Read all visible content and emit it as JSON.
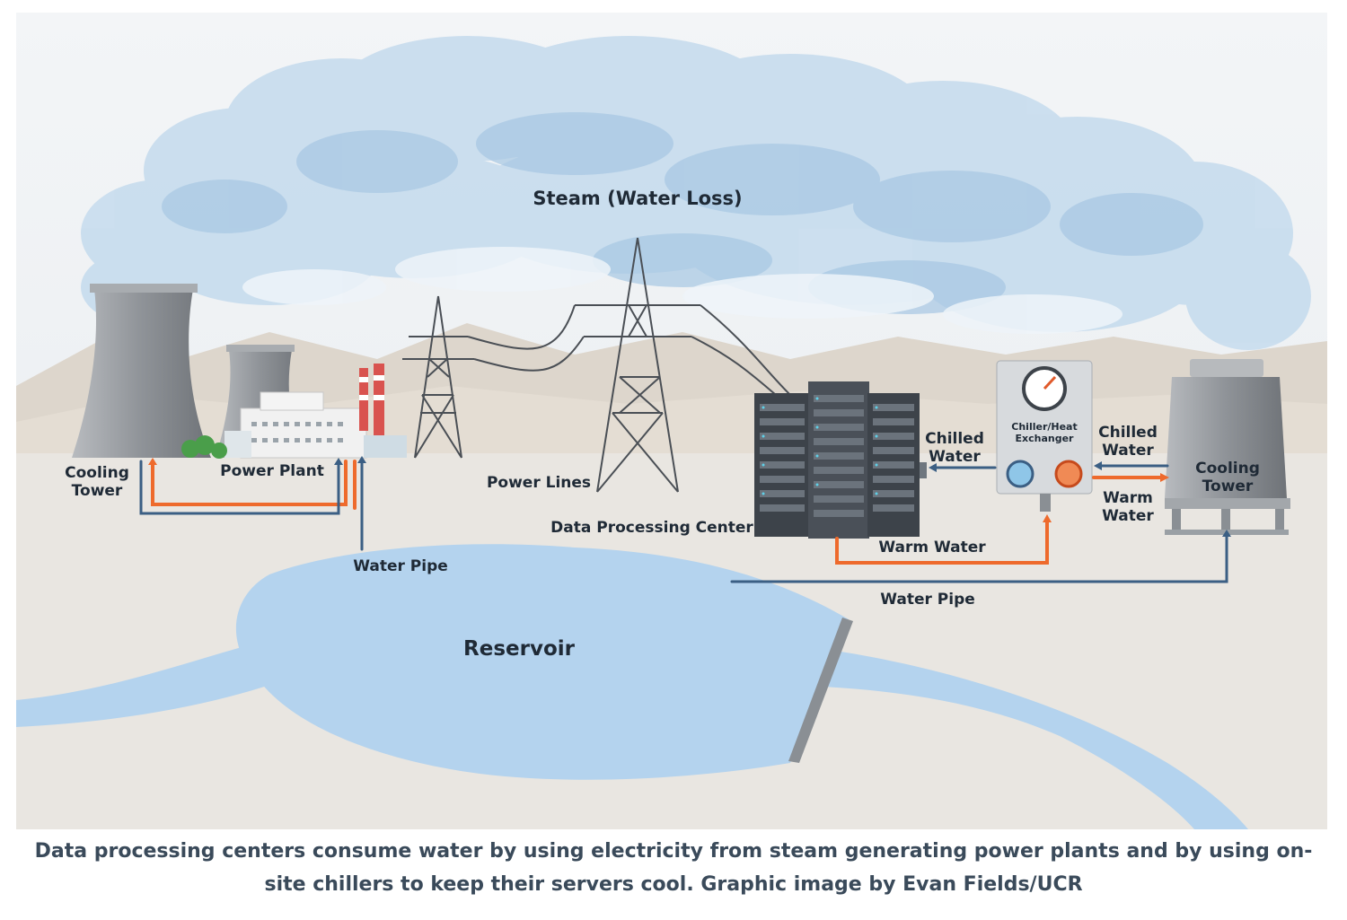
{
  "labels": {
    "steam": "Steam (Water Loss)",
    "cooling_tower_left_1": "Cooling",
    "cooling_tower_left_2": "Tower",
    "power_plant": "Power Plant",
    "power_lines": "Power Lines",
    "water_pipe_left": "Water Pipe",
    "data_center": "Data Processing Center",
    "chilled_water_left_1": "Chilled",
    "chilled_water_left_2": "Water",
    "chiller_1": "Chiller/Heat",
    "chiller_2": "Exchanger",
    "chilled_water_right_1": "Chilled",
    "chilled_water_right_2": "Water",
    "warm_water_right_1": "Warm",
    "warm_water_right_2": "Water",
    "cooling_tower_right_1": "Cooling",
    "cooling_tower_right_2": "Tower",
    "warm_water_bottom": "Warm Water",
    "water_pipe_right": "Water Pipe",
    "reservoir": "Reservoir"
  },
  "caption": "Data processing centers consume water by using electricity from steam generating power plants and by using on-site chillers to keep their servers cool. Graphic image by Evan Fields/UCR",
  "colors": {
    "sky": "#edf1f4",
    "steam": "#c7dced",
    "steam_dark": "#a9c8e2",
    "mountains": "#ddd6cc",
    "ground": "#e9e6e1",
    "water": "#b4d3ee",
    "warm_pipe": "#ee6a2c",
    "cold_pipe": "#3b5f84",
    "tower_gray": "#9da1a5",
    "text": "#1f2a36",
    "caption_text": "#3a4a5a"
  }
}
